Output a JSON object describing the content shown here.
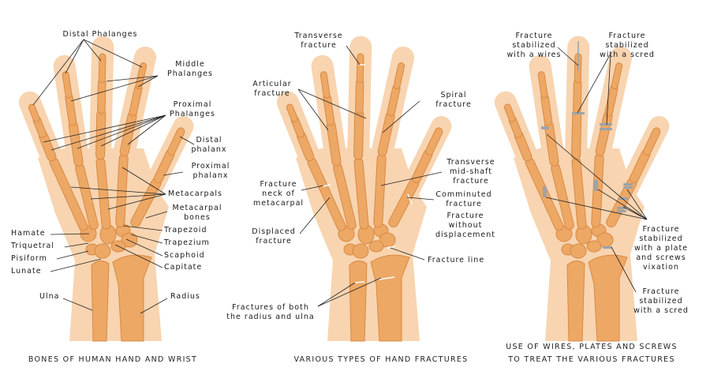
{
  "colors": {
    "skin": "#f8d4b0",
    "bone": "#eda865",
    "bone_edge": "#d88a44",
    "leader": "#222222",
    "hardware": "#9aa3ab"
  },
  "panels": [
    {
      "caption": "BONES OF HUMAN HAND AND WRIST",
      "labels": {
        "distal_phalanges": "Distal Phalanges",
        "middle_phalanges": "Middle\nPhalanges",
        "proximal_phalanges": "Proximal\nPhalanges",
        "distal_phalanx": "Distal\nphalanx",
        "proximal_phalanx": "Proximal\nphalanx",
        "metacarpals": "Metacarpals",
        "metacarpal_bones": "Metacarpal\nbones",
        "trapezoid": "Trapezoid",
        "trapezium": "Trapezium",
        "scaphoid": "Scaphoid",
        "capitate": "Capitate",
        "hamate": "Hamate",
        "triquetral": "Triquetral",
        "pisiform": "Pisiform",
        "lunate": "Lunate",
        "ulna": "Ulna",
        "radius": "Radius"
      }
    },
    {
      "caption": "VARIOUS TYPES OF HAND FRACTURES",
      "labels": {
        "transverse": "Transverse\nfracture",
        "articular": "Articular\nfracture",
        "spiral": "Spiral\nfracture",
        "midshaft": "Transverse\nmid-shaft\nfracture",
        "neck": "Fracture\nneck of\nmetacarpal",
        "comminuted": "Comminuted\nfracture",
        "without_displacement": "Fracture\nwithout\ndisplacement",
        "displaced": "Displaced\nfracture",
        "fracture_line": "Fracture line",
        "radius_ulna": "Fractures of both\nthe radius and ulna"
      }
    },
    {
      "caption": "USE OF WIRES, PLATES AND SCREWS\nTO TREAT THE VARIOUS FRACTURES",
      "labels": {
        "wires": "Fracture\nstabilized\nwith a wires",
        "scred_top": "Fracture\nstabilized\nwith a scred",
        "plate": "Fracture\nstabilized\nwith a plate\nand screws\nvixation",
        "scred_bottom": "Fracture\nstabilized\nwith a scred"
      }
    }
  ]
}
